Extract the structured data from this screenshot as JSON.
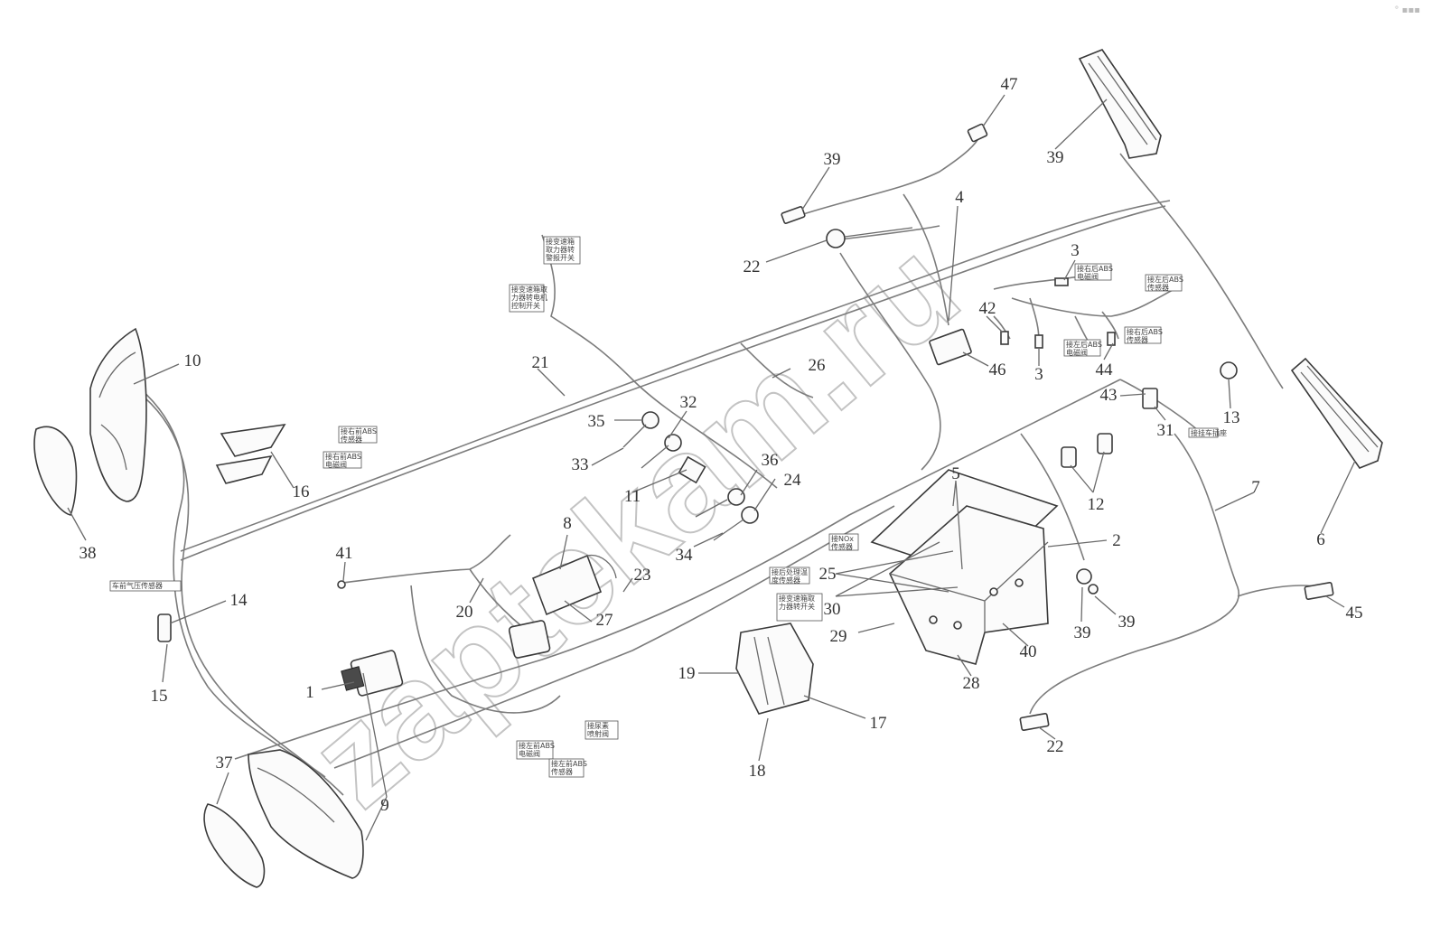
{
  "corner_mark": "° ▪▪▪",
  "watermark": "zaptekam.ru",
  "callouts": [
    "10",
    "38",
    "16",
    "21",
    "35",
    "33",
    "32",
    "11",
    "36",
    "24",
    "34",
    "8",
    "41",
    "20",
    "23",
    "27",
    "26",
    "14",
    "15",
    "1",
    "9",
    "37",
    "19",
    "17",
    "18",
    "39",
    "47",
    "22",
    "4",
    "3",
    "42",
    "46",
    "3",
    "44",
    "43",
    "31",
    "13",
    "39",
    "45",
    "22",
    "12",
    "7",
    "6",
    "5",
    "25",
    "30",
    "2",
    "29",
    "28",
    "40",
    "39",
    "39"
  ],
  "tags": [
    "车前气压传感器",
    "接右前ABS\n传感器",
    "接右前ABS\n电磁阀",
    "接变速箱取\n力器转电机\n控制开关",
    "接变速箱\n取力器转\n警报开关",
    "接左后ABS\n电磁阀",
    "接左后ABS\n传感器",
    "接右后ABS\n电磁阀",
    "接右后ABS\n传感器",
    "接NOx\n传感器",
    "接后处理温\n度传感器",
    "接变速箱取\n力器转开关",
    "接左前ABS\n电磁阀",
    "接左前ABS\n传感器",
    "接尿素\n喷射阀",
    "接挂车插座"
  ]
}
